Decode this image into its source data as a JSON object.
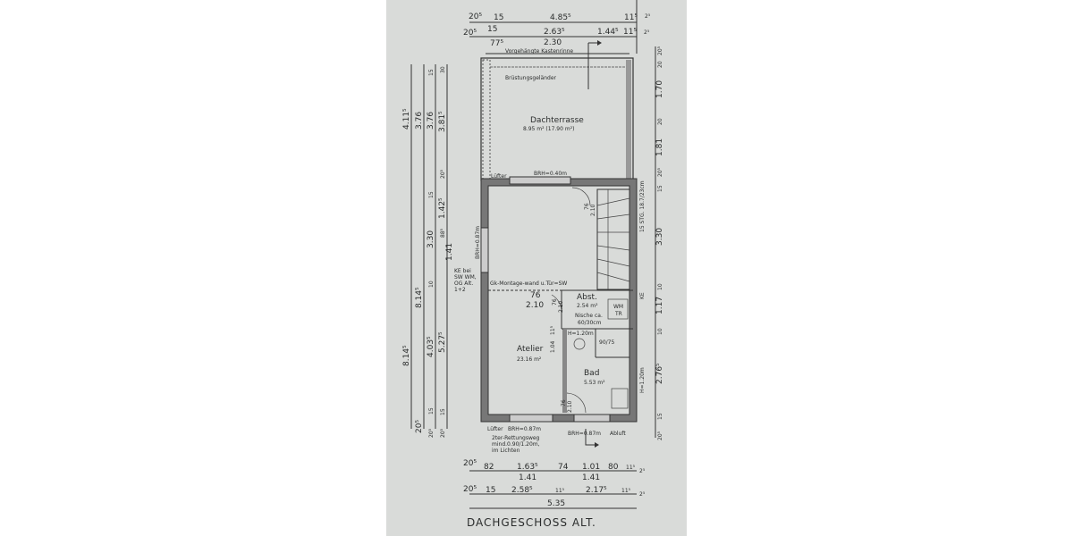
{
  "plan": {
    "title": "DACHGESCHOSS ALT.",
    "rooms": {
      "terrace": {
        "name": "Dachterrasse",
        "area": "8.95 m² (17.90 m²)"
      },
      "atelier": {
        "name": "Atelier",
        "area": "23.16 m²"
      },
      "abst": {
        "name": "Abst.",
        "area": "2.54 m²",
        "note1": "Nische ca.",
        "note2": "60/30cm"
      },
      "bad": {
        "name": "Bad",
        "area": "5.53 m²"
      }
    },
    "annotations": {
      "gutter": "Vorgehängte Kastenrinne",
      "railing": "Brüstungsgeländer",
      "luefter_top": "Lüfter",
      "brh_top": "BRH=0.40m",
      "brh_left": "BRH=0.87m",
      "ke_left": [
        "KE bei",
        "SW WM,",
        "OG Alt.",
        "1+2"
      ],
      "montage": "Gk-Montage-wand u.Tür=SW",
      "stairs": "15 STG. 18.7/23cm",
      "wm_tr": [
        "WM",
        "TR"
      ],
      "ke_right": "KE",
      "h120": "H=1.20m",
      "shower": "90/75",
      "luefter_bottom": "Lüfter",
      "brh_bottom1": "BRH=0.87m",
      "brh_bottom2": "BRH=0.87m",
      "abluft": "Abluft",
      "rescue": [
        "2ter-Rettungsweg",
        "mind.0.90/1.20m,",
        "im Lichten"
      ],
      "door_76a": "76",
      "door_210a": "2.10",
      "door_76b": "76",
      "door_210b": "2.10",
      "door_76c": "76",
      "door_210c": "2.10",
      "door_76d": "76",
      "door_210d": "2.10",
      "dim_104": "1.04",
      "dim_11": "11⁵"
    },
    "dims_top": {
      "row1": [
        "20⁵",
        "15",
        "4.85⁵",
        "11⁵",
        "2⁵"
      ],
      "row2": [
        "20⁵",
        "15",
        "77⁵",
        "2.63⁵",
        "2.30",
        "1.44⁵",
        "11⁵",
        "2⁵"
      ]
    },
    "dims_left": {
      "col1": [
        "4.11⁵",
        "8.14⁵"
      ],
      "col2": [
        "3.76",
        "8.14⁵",
        "20⁵"
      ],
      "col3": [
        "15",
        "3.76",
        "15",
        "3.30",
        "10",
        "4.03⁵",
        "15",
        "20⁵"
      ],
      "col4": [
        "30",
        "3.81⁵",
        "20⁵",
        "1.42⁵",
        "88⁵",
        "1.41",
        "5.27⁵",
        "15",
        "20⁵"
      ]
    },
    "dims_right": [
      "20⁵",
      "20",
      "1.70",
      "20",
      "1.81",
      "20⁵",
      "15",
      "3.30",
      "10",
      "1.17",
      "10",
      "2.76⁵",
      "15",
      "20⁵"
    ],
    "dims_bottom": {
      "row1": [
        "20⁵",
        "82",
        "1.63⁵",
        "1.41",
        "74",
        "1.01",
        "1.41",
        "80",
        "11⁵",
        "2⁵"
      ],
      "row2": [
        "20⁵",
        "15",
        "2.58⁵",
        "11⁵",
        "2.17⁵",
        "11⁵",
        "2⁵"
      ],
      "row3": [
        "5.35"
      ]
    },
    "colors": {
      "paper": "#d9dbd9",
      "background": "#ffffff",
      "ink": "#2a2c2c"
    }
  }
}
